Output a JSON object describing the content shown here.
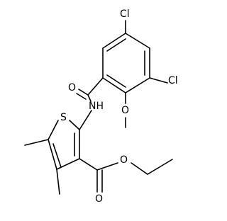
{
  "atoms": {
    "cl_top": "Cl",
    "cl_right": "Cl",
    "o_amide": "O",
    "nh": "NH",
    "o_methoxy": "O",
    "s_thiophene": "S",
    "o_ester_carbonyl": "O",
    "o_ester": "O"
  },
  "colors": {
    "bond": "#000000",
    "label": "#000000",
    "background": "#ffffff"
  }
}
